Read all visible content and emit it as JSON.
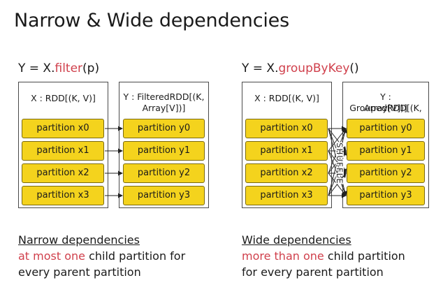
{
  "title": "Narrow & Wide dependencies",
  "narrow": {
    "formula_prefix": "Y = X.",
    "formula_method": "filter",
    "formula_suffix": "(p)",
    "parent_header": "X : RDD[(K, V)]",
    "child_header_line1": "Y : FilteredRDD[(K,",
    "child_header_line2": "Array[V])]",
    "parents": [
      "partition x0",
      "partition x1",
      "partition x2",
      "partition x3"
    ],
    "children": [
      "partition y0",
      "partition y1",
      "partition y2",
      "partition y3"
    ],
    "caption_title": "Narrow dependencies",
    "caption_highlight": "at most one",
    "caption_rest1": " child partition for",
    "caption_line3": "every parent partition"
  },
  "wide": {
    "formula_prefix": "Y = X.",
    "formula_method": "groupByKey",
    "formula_suffix": "()",
    "parent_header": "X : RDD[(K, V)]",
    "child_header_line1": "Y : GroupedRDD[(K,",
    "child_header_line2": "Array[V])]",
    "parents": [
      "partition x0",
      "partition x1",
      "partition x2",
      "partition x3"
    ],
    "children": [
      "partition y0",
      "partition y1",
      "partition y2",
      "partition y3"
    ],
    "shuffle_label": "SHUFFLE",
    "caption_title": "Wide dependencies",
    "caption_highlight": "more than one",
    "caption_rest1": " child partition",
    "caption_line3": "for every parent partition"
  },
  "colors": {
    "accent": "#d0404c",
    "partition_fill": "#f4d31d",
    "partition_border": "#7a6a10"
  }
}
